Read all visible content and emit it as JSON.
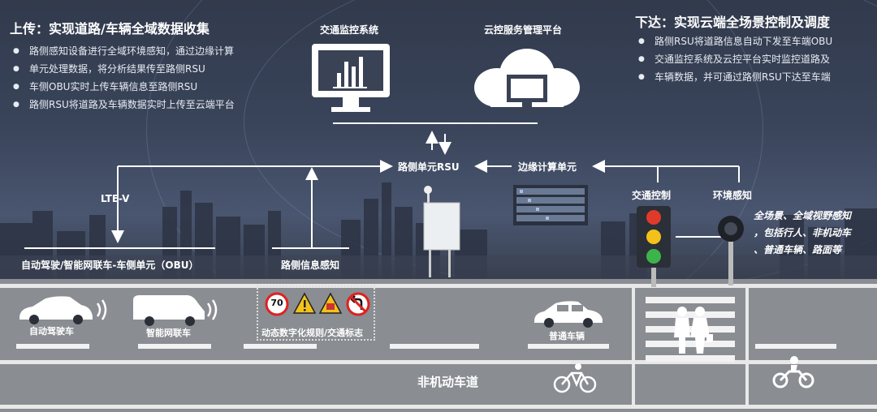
{
  "upload": {
    "title": "上传：实现道路/车辆全域数据收集",
    "bullets": [
      "路侧感知设备进行全域环境感知，通过边缘计算",
      "单元处理数据，将分析结果传至路侧RSU",
      "车侧OBU实时上传车辆信息至路侧RSU",
      "路侧RSU将道路及车辆数据实时上传至云端平台"
    ]
  },
  "download": {
    "title": "下达：实现云端全场景控制及调度",
    "bullets": [
      "路侧RSU将道路信息自动下发至车端OBU",
      "交通监控系统及云控平台实时监控道路及",
      "车辆数据，并可通过路侧RSU下达至车端"
    ]
  },
  "nodes": {
    "traffic_monitor": "交通监控系统",
    "cloud_platform": "云控服务管理平台",
    "rsu": "路侧单元RSU",
    "edge": "边缘计算单元",
    "lte": "LTE-V",
    "traffic_control": "交通控制",
    "env_sense": "环境感知",
    "obu": "自动驾驶/智能网联车-车侧单元（OBU）",
    "roadside_sense": "路侧信息感知"
  },
  "sensing_note": [
    "全场景、全域视野感知",
    "，包括行人、非机动车",
    "、普通车辆、路面等"
  ],
  "road": {
    "auto_car": "自动驾驶车",
    "connected_car": "智能网联车",
    "signs": "动态数字化规则/交通标志",
    "speed_limit": "70",
    "normal_car": "普通车辆",
    "bike_lane": "非机动车道"
  },
  "colors": {
    "accent": "#ffffff",
    "road": "#8a8d92",
    "light_red": "#e03a2a",
    "light_yellow": "#f2c21b",
    "light_green": "#3cb44a"
  }
}
